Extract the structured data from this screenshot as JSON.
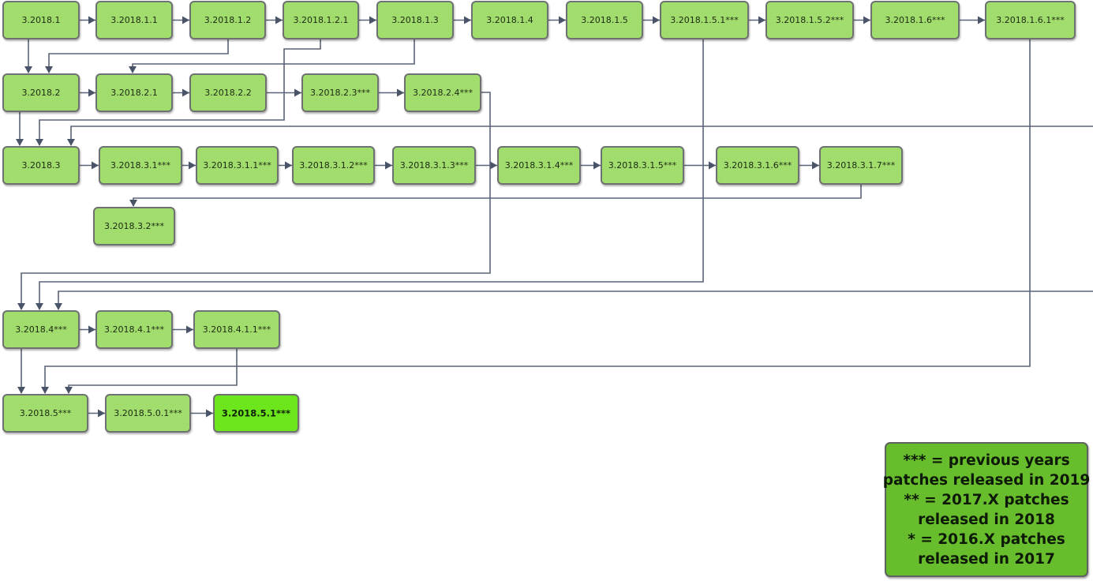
{
  "diagram": {
    "title": "3.2018 release lineage",
    "colors": {
      "node_fill": "#a3df6e",
      "node_fill_current": "#6de81c",
      "legend_fill": "#67bd2c",
      "edge": "#5a6478"
    },
    "nodes": [
      {
        "id": "n1",
        "label": "3.2018.1"
      },
      {
        "id": "n11",
        "label": "3.2018.1.1"
      },
      {
        "id": "n12",
        "label": "3.2018.1.2"
      },
      {
        "id": "n121",
        "label": "3.2018.1.2.1"
      },
      {
        "id": "n13",
        "label": "3.2018.1.3"
      },
      {
        "id": "n14",
        "label": "3.2018.1.4"
      },
      {
        "id": "n15",
        "label": "3.2018.1.5"
      },
      {
        "id": "n151",
        "label": "3.2018.1.5.1***"
      },
      {
        "id": "n152",
        "label": "3.2018.1.5.2***"
      },
      {
        "id": "n16",
        "label": "3.2018.1.6***"
      },
      {
        "id": "n161",
        "label": "3.2018.1.6.1***"
      },
      {
        "id": "n2",
        "label": "3.2018.2"
      },
      {
        "id": "n21",
        "label": "3.2018.2.1"
      },
      {
        "id": "n22",
        "label": "3.2018.2.2"
      },
      {
        "id": "n23",
        "label": "3.2018.2.3***"
      },
      {
        "id": "n24",
        "label": "3.2018.2.4***"
      },
      {
        "id": "n3",
        "label": "3.2018.3"
      },
      {
        "id": "n31",
        "label": "3.2018.3.1***"
      },
      {
        "id": "n311",
        "label": "3.2018.3.1.1***"
      },
      {
        "id": "n312",
        "label": "3.2018.3.1.2***"
      },
      {
        "id": "n313",
        "label": "3.2018.3.1.3***"
      },
      {
        "id": "n314",
        "label": "3.2018.3.1.4***"
      },
      {
        "id": "n315",
        "label": "3.2018.3.1.5***"
      },
      {
        "id": "n316",
        "label": "3.2018.3.1.6***"
      },
      {
        "id": "n317",
        "label": "3.2018.3.1.7***"
      },
      {
        "id": "n32",
        "label": "3.2018.3.2***"
      },
      {
        "id": "n4",
        "label": "3.2018.4***"
      },
      {
        "id": "n41",
        "label": "3.2018.4.1***"
      },
      {
        "id": "n411",
        "label": "3.2018.4.1.1***"
      },
      {
        "id": "n5",
        "label": "3.2018.5***"
      },
      {
        "id": "n501",
        "label": "3.2018.5.0.1***"
      },
      {
        "id": "n51",
        "label": "3.2018.5.1***",
        "current": true
      }
    ],
    "edges": [
      [
        "n1",
        "n11"
      ],
      [
        "n11",
        "n12"
      ],
      [
        "n12",
        "n121"
      ],
      [
        "n121",
        "n13"
      ],
      [
        "n13",
        "n14"
      ],
      [
        "n14",
        "n15"
      ],
      [
        "n15",
        "n151"
      ],
      [
        "n151",
        "n152"
      ],
      [
        "n152",
        "n16"
      ],
      [
        "n16",
        "n161"
      ],
      [
        "n1",
        "n2"
      ],
      [
        "n12",
        "n2"
      ],
      [
        "n13",
        "n21"
      ],
      [
        "n2",
        "n21"
      ],
      [
        "n21",
        "n22"
      ],
      [
        "n22",
        "n23"
      ],
      [
        "n23",
        "n24"
      ],
      [
        "n2",
        "n3"
      ],
      [
        "n121",
        "n3"
      ],
      [
        "n161",
        "n3"
      ],
      [
        "n3",
        "n31"
      ],
      [
        "n31",
        "n311"
      ],
      [
        "n311",
        "n312"
      ],
      [
        "n312",
        "n313"
      ],
      [
        "n313",
        "n314"
      ],
      [
        "n314",
        "n315"
      ],
      [
        "n315",
        "n316"
      ],
      [
        "n316",
        "n317"
      ],
      [
        "n317",
        "n32"
      ],
      [
        "n24",
        "n4"
      ],
      [
        "n151",
        "n4"
      ],
      [
        "n161",
        "n4"
      ],
      [
        "n4",
        "n41"
      ],
      [
        "n41",
        "n411"
      ],
      [
        "n4",
        "n5"
      ],
      [
        "n161",
        "n5"
      ],
      [
        "n411",
        "n5"
      ],
      [
        "n5",
        "n501"
      ],
      [
        "n501",
        "n51"
      ]
    ]
  },
  "legend": {
    "lines": [
      "*** = previous years",
      "patches released in 2019",
      "** = 2017.X patches",
      "released in 2018",
      "* = 2016.X patches",
      "released in 2017"
    ]
  }
}
